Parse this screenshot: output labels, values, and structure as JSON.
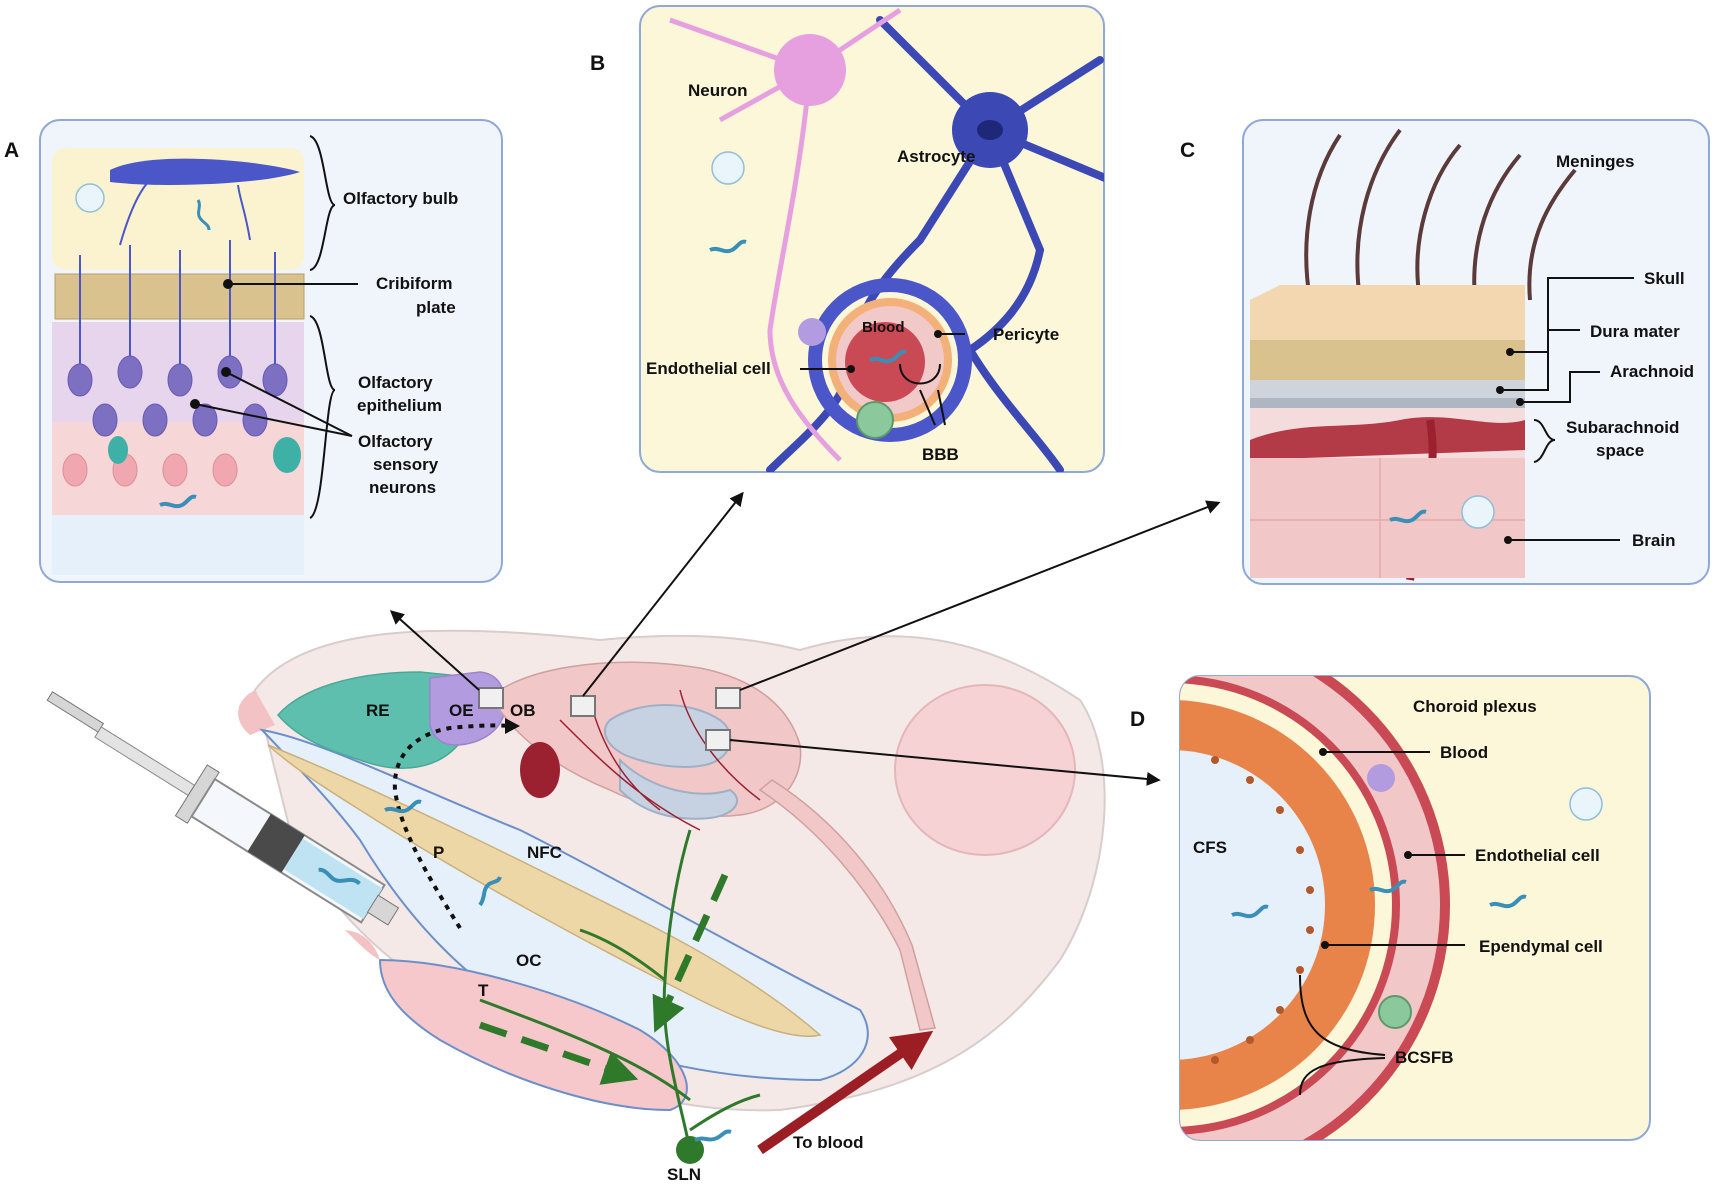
{
  "colors": {
    "panel_border": "#8fa8d8",
    "cream": "#fbf7d8",
    "neuron_blue": "#4b57c8",
    "astro_blue": "#3c49b5",
    "pink_neuron": "#e6a0e0",
    "blood_red": "#c94a55",
    "dark_red": "#9b2130",
    "teal": "#5fbfae",
    "lilac": "#b39be0",
    "lymph_green": "#2f7a2a",
    "arrow_red": "#9b1e24",
    "epithelium_pink": "#f3c6c6",
    "ependymal_orange": "#e8834a",
    "skin_tan": "#f3d7b0",
    "parasite_blue": "#3a8fb8"
  },
  "icons": {
    "parasite": "trypanosome-icon",
    "vesicle": "vesicle-cluster-icon",
    "syringe": "syringe-icon",
    "mouse": "mouse-head-icon"
  },
  "panels": {
    "A": {
      "letter": "A",
      "labels": {
        "olfactory_bulb": "Olfactory bulb",
        "cribiform_line1": "Cribiform",
        "cribiform_line2": "plate",
        "epithelium_line1": "Olfactory",
        "epithelium_line2": "epithelium",
        "osn_line1": "Olfactory",
        "osn_line2": "sensory",
        "osn_line3": "neurons"
      }
    },
    "B": {
      "letter": "B",
      "labels": {
        "neuron": "Neuron",
        "astrocyte": "Astrocyte",
        "blood": "Blood",
        "pericyte": "Pericyte",
        "endothelial": "Endothelial cell",
        "bbb": "BBB"
      }
    },
    "C": {
      "letter": "C",
      "labels": {
        "title": "Meninges",
        "skull": "Skull",
        "dura": "Dura mater",
        "arachnoid": "Arachnoid",
        "subarachnoid_line1": "Subarachnoid",
        "subarachnoid_line2": "space",
        "brain": "Brain"
      }
    },
    "D": {
      "letter": "D",
      "labels": {
        "title": "Choroid plexus",
        "blood": "Blood",
        "cfs": "CFS",
        "endothelial": "Endothelial cell",
        "ependymal": "Ependymal cell",
        "bcsfb": "BCSFB"
      }
    }
  },
  "head": {
    "labels": {
      "re": "RE",
      "oe": "OE",
      "ob": "OB",
      "p": "P",
      "nfc": "NFC",
      "oc": "OC",
      "t": "T",
      "sln": "SLN",
      "to_blood": "To blood"
    }
  }
}
